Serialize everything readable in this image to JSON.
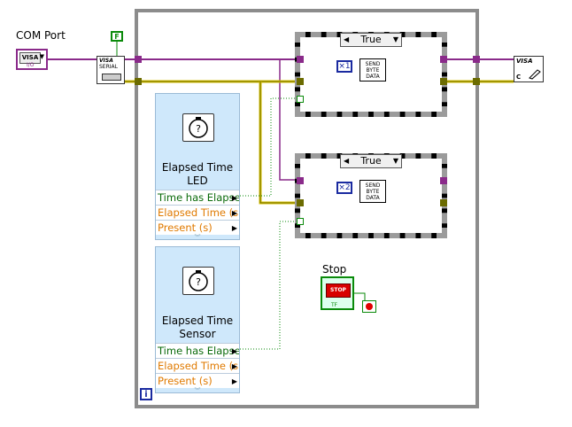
{
  "com_port": {
    "label": "COM Port",
    "control_text": "VISA",
    "io_text": "I/O"
  },
  "visa_configure": {
    "line1": "VISA",
    "line2": "SERIAL"
  },
  "false_constant": "F",
  "loop": {
    "iteration_terminal": "i"
  },
  "cases": [
    {
      "selector": "True",
      "constant": "×1",
      "subvi": [
        "SEND",
        "BYTE",
        "DATA"
      ]
    },
    {
      "selector": "True",
      "constant": "×2",
      "subvi": [
        "SEND",
        "BYTE",
        "DATA"
      ]
    }
  ],
  "elapsed_led": {
    "title": [
      "Elapsed Time",
      "LED"
    ],
    "rows": [
      "Time has Elapse",
      "Elapsed Time (s)",
      "Present (s)"
    ]
  },
  "elapsed_sensor": {
    "title": [
      "Elapsed Time",
      "Sensor"
    ],
    "rows": [
      "Time has Elapse",
      "Elapsed Time (s)",
      "Present (s)"
    ]
  },
  "stop": {
    "label": "Stop",
    "button_text": "STOP",
    "tf_text": "TF"
  },
  "visa_close": {
    "text": "VISA",
    "c": "C"
  },
  "colors": {
    "visa_wire": "#8a2a8a",
    "error_wire": "#6b6b00",
    "bool_wire": "#0a8a0a",
    "express_bg": "#cfe8fb"
  }
}
